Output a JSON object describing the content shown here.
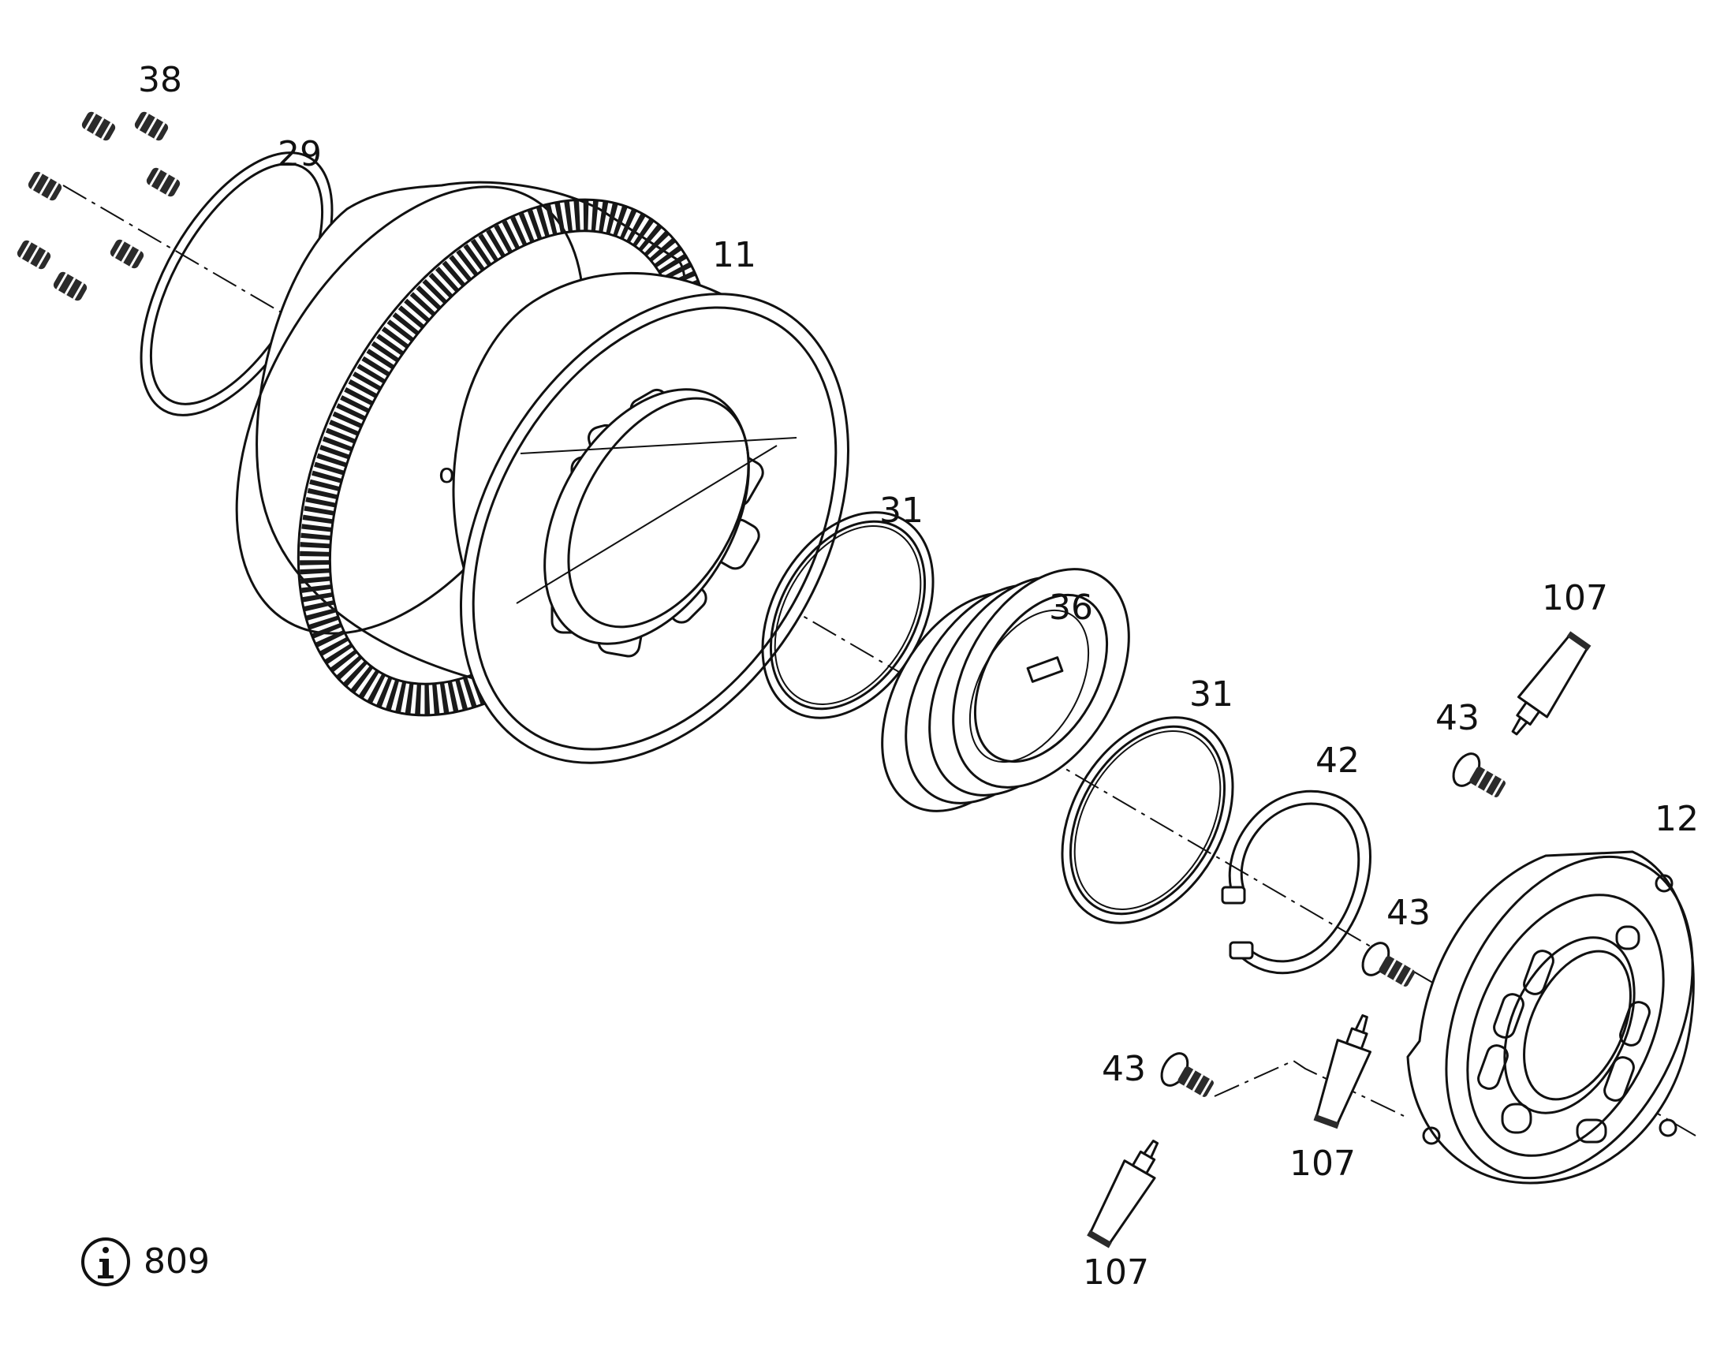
{
  "callouts": [
    {
      "id": "38",
      "text": "38"
    },
    {
      "id": "29",
      "text": "29"
    },
    {
      "id": "11",
      "text": "11"
    },
    {
      "id": "31a",
      "text": "31"
    },
    {
      "id": "36",
      "text": "36"
    },
    {
      "id": "31b",
      "text": "31"
    },
    {
      "id": "107a",
      "text": "107"
    },
    {
      "id": "43a",
      "text": "43"
    },
    {
      "id": "42",
      "text": "42"
    },
    {
      "id": "12",
      "text": "12"
    },
    {
      "id": "43b",
      "text": "43"
    },
    {
      "id": "43c",
      "text": "43"
    },
    {
      "id": "107b",
      "text": "107"
    },
    {
      "id": "107c",
      "text": "107"
    }
  ],
  "part_mark": "o",
  "info": {
    "icon": "info-icon",
    "text": "809"
  }
}
